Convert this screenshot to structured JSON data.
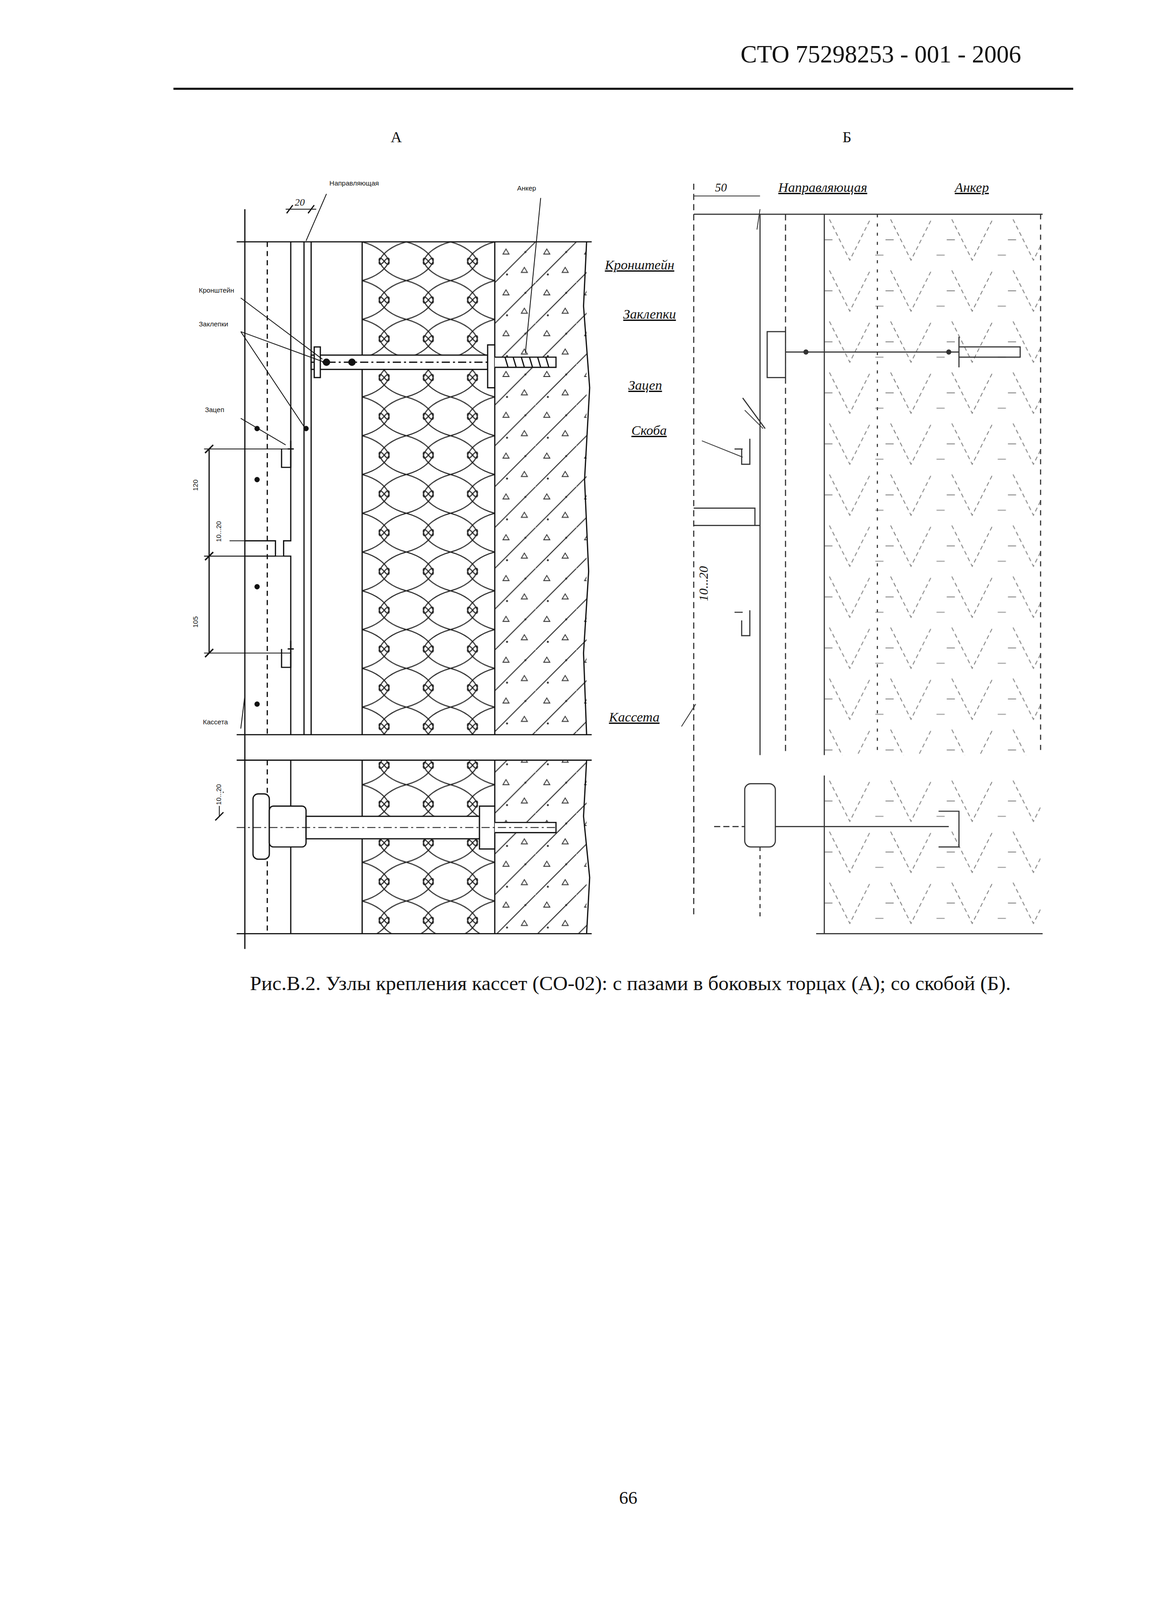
{
  "diagram": {
    "caption": "Рис.В.2. Узлы крепления кассет (СО-02): с пазами в боковых торцах (А); со скобой (Б).",
    "labels": [
      "СТО 75298253 - 001 - 2006",
      "А",
      "Б",
      "20",
      "Направляющая",
      "Анкер",
      "Кронштейн",
      "Заклепки",
      "Зацеп",
      "120",
      "10...20",
      "105",
      "Кассета",
      "10...20",
      "50",
      "Направляющая",
      "Анкер",
      "Кронштейн",
      "Заклепки",
      "Зацеп",
      "Скоба",
      "10...20",
      "Кассета",
      "66"
    ]
  }
}
